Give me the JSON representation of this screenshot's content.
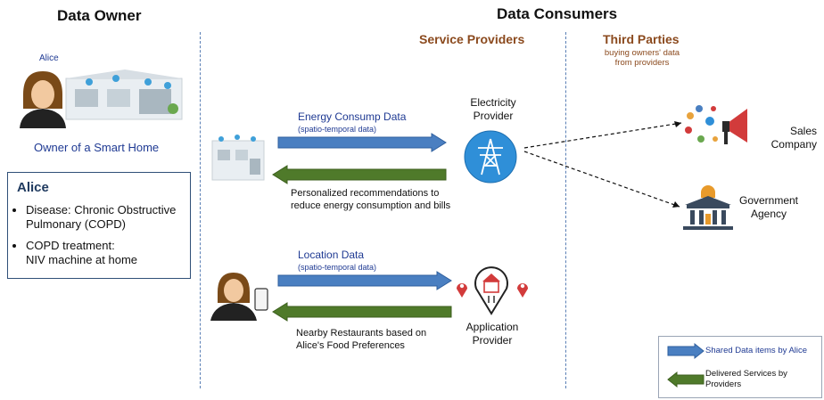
{
  "headers": {
    "data_owner": "Data Owner",
    "data_consumers": "Data Consumers",
    "service_providers": "Service Providers",
    "third_parties": "Third Parties",
    "third_parties_note_1": "buying owners' data",
    "third_parties_note_2": "from providers"
  },
  "owner": {
    "name_label": "Alice",
    "caption": "Owner of a Smart Home"
  },
  "alice_box": {
    "title": "Alice",
    "items": [
      {
        "line1": "Disease: Chronic Obstructive",
        "line2": "Pulmonary (COPD)"
      },
      {
        "line1": "COPD treatment:",
        "line2": "NIV machine at home"
      }
    ]
  },
  "flow_energy": {
    "share_label": "Energy Consump Data",
    "share_sublabel": "(spatio-temporal data)",
    "return_label_1": "Personalized recommendations to",
    "return_label_2": "reduce energy consumption and bills"
  },
  "flow_location": {
    "share_label": "Location Data",
    "share_sublabel": "(spatio-temporal data)",
    "return_label_1": "Nearby Restaurants based on",
    "return_label_2": "Alice's Food Preferences"
  },
  "providers": {
    "electricity_1": "Electricity",
    "electricity_2": "Provider",
    "application_1": "Application",
    "application_2": "Provider"
  },
  "third_party_nodes": {
    "sales_1": "Sales",
    "sales_2": "Company",
    "gov_1": "Government",
    "gov_2": "Agency"
  },
  "legend": {
    "shared": "Shared Data items  by Alice",
    "delivered_1": "Delivered Services by",
    "delivered_2": "Providers"
  },
  "colors": {
    "blue_arrow": "#4a7fc1",
    "green_arrow": "#4f7a2a",
    "provider_blue": "#2f8fd8",
    "heading_brown": "#8b4a1e",
    "pin_red": "#d23b3b"
  }
}
